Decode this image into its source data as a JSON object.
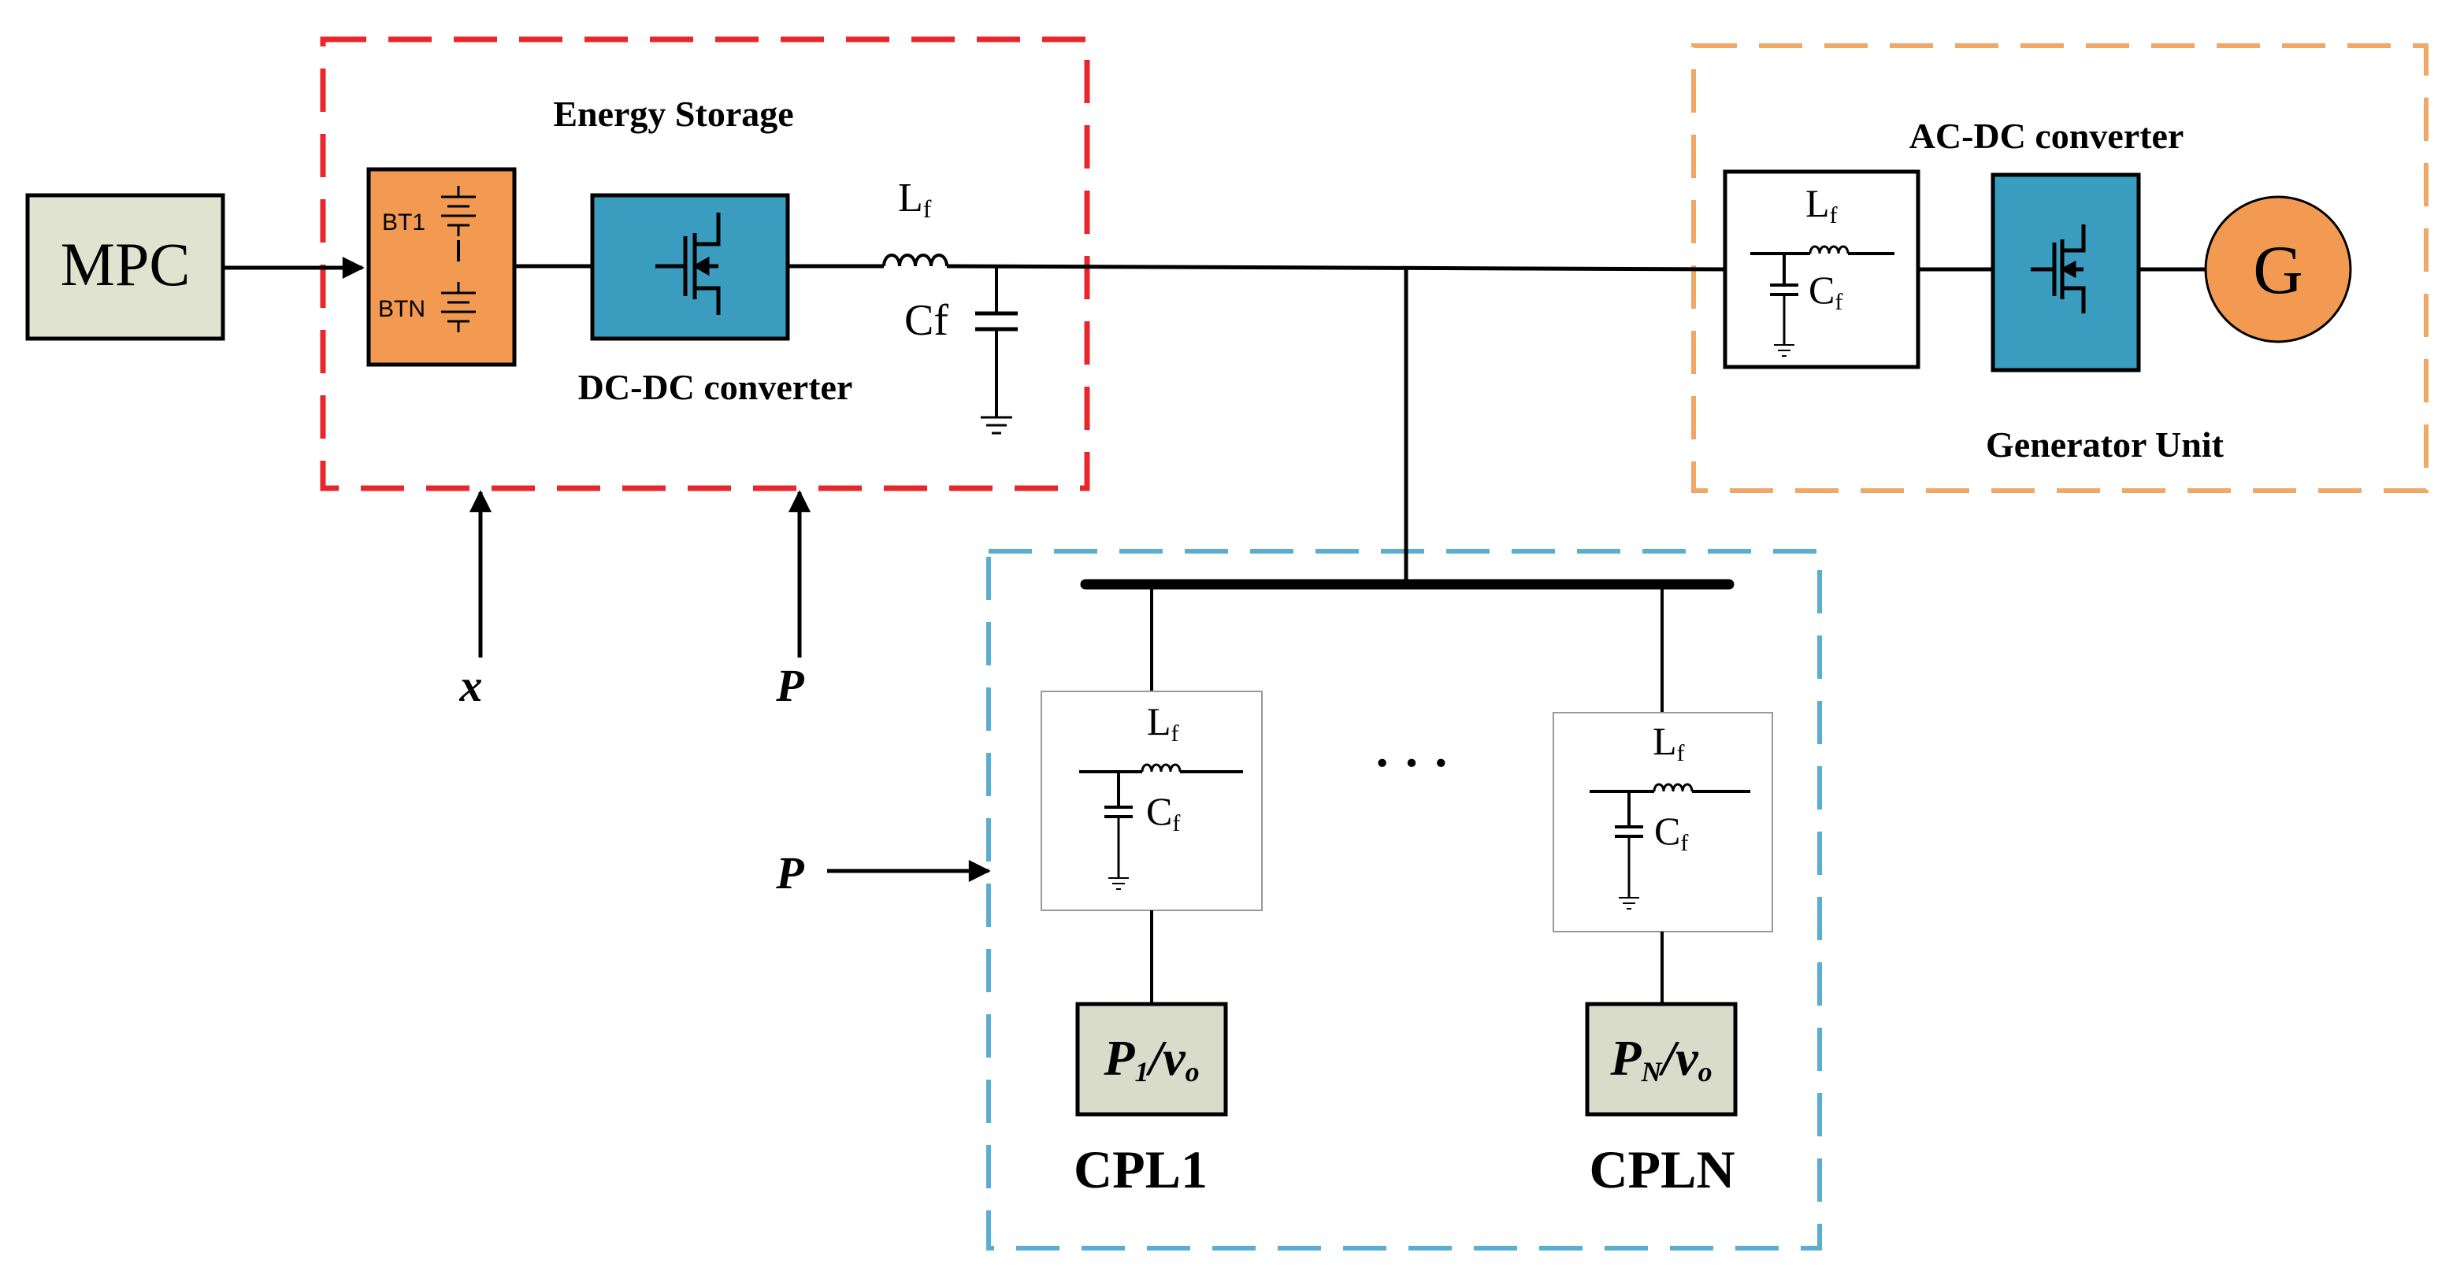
{
  "mpc": {
    "label": "MPC"
  },
  "energy_storage": {
    "title": "Energy Storage",
    "battery_first": "BT1",
    "battery_last": "BTN",
    "converter_label": "DC-DC converter"
  },
  "filter_main": {
    "inductor": "L",
    "inductor_sub": "f",
    "capacitor": "Cf"
  },
  "generator_unit": {
    "converter_title": "AC-DC converter",
    "filter_inductor": "L",
    "filter_inductor_sub": "f",
    "filter_capacitor": "C",
    "filter_capacitor_sub": "f",
    "generator": "G",
    "title": "Generator Unit"
  },
  "inputs": {
    "x": "x",
    "p_top": "P",
    "p_side": "P"
  },
  "loads": {
    "ellipsis": "· · ·",
    "cpl1": {
      "filter_inductor": "L",
      "filter_inductor_sub": "f",
      "filter_capacitor": "C",
      "filter_capacitor_sub": "f",
      "load_main": "P",
      "load_sub": "1",
      "load_rest": "/v",
      "load_rest_sub": "o",
      "name": "CPL1"
    },
    "cpln": {
      "filter_inductor": "L",
      "filter_inductor_sub": "f",
      "filter_capacitor": "C",
      "filter_capacitor_sub": "f",
      "load_main": "P",
      "load_sub": "N",
      "load_rest": "/v",
      "load_rest_sub": "o",
      "name": "CPLN"
    }
  },
  "colors": {
    "energy_storage_border": "#e8262b",
    "generator_border": "#f0a868",
    "load_border": "#5aaed0",
    "battery_fill": "#f29a52",
    "converter_fill": "#3a9cbf",
    "mpc_fill": "#dfe3d0",
    "load_fill": "#d9dccb",
    "generator_fill": "#f29a52"
  }
}
